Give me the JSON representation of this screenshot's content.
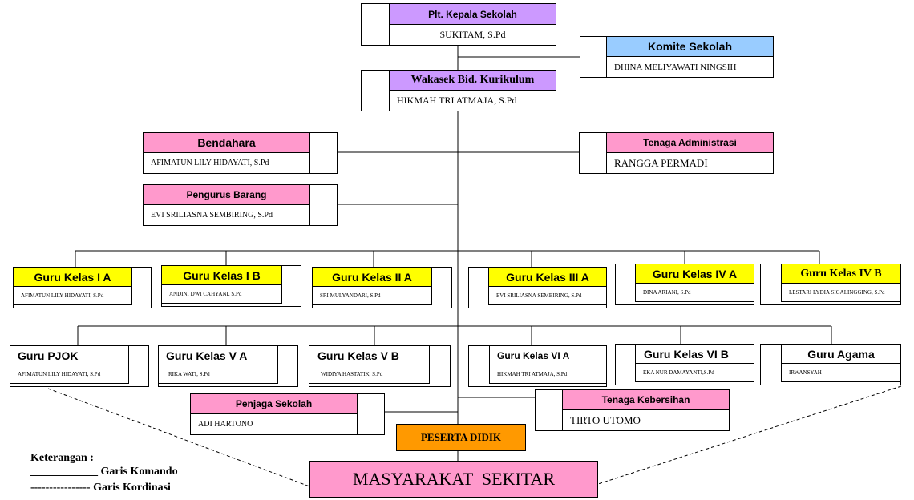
{
  "colors": {
    "purple": "#cc99ff",
    "blue": "#99ccff",
    "pink": "#ff99cc",
    "yellow": "#ffff00",
    "orange": "#ff9900"
  },
  "kepala": {
    "title": "Plt. Kepala Sekolah",
    "name": "SUKITAM, S.Pd"
  },
  "komite": {
    "title": "Komite Sekolah",
    "name": "DHINA MELIYAWATI NINGSIH"
  },
  "wakasek": {
    "title": "Wakasek Bid. Kurikulum",
    "name": "HIKMAH TRI ATMAJA, S.Pd"
  },
  "bendahara": {
    "title": "Bendahara",
    "name": "AFIMATUN LILY HIDAYATI, S.Pd"
  },
  "tata_usaha": {
    "title": "Tenaga Administrasi",
    "name": "RANGGA PERMADI"
  },
  "pengurus_barang": {
    "title": "Pengurus Barang",
    "name": "EVI SRILIASNA SEMBIRING, S.Pd"
  },
  "guru_row1": [
    {
      "title": "Guru Kelas I A",
      "name": "AFIMATUN LILY HIDAYATI, S.Pd"
    },
    {
      "title": "Guru Kelas I B",
      "name": "ANDINI DWI CAHYANI, S.Pd"
    },
    {
      "title": "Guru Kelas II A",
      "name": "SRI MULYANDARI, S.Pd"
    },
    {
      "title": "Guru Kelas III A",
      "name": "EVI SRILIASNA SEMBIRING, S.Pd"
    },
    {
      "title": "Guru Kelas IV A",
      "name": "DINA ARIANI, S.Pd"
    },
    {
      "title": "Guru Kelas IV B",
      "name": "LESTARI LYDIA SIGALINGGING, S.Pd"
    }
  ],
  "guru_row2": [
    {
      "title": "Guru PJOK",
      "name": "AFIMATUN LILY HIDAYATI, S.Pd"
    },
    {
      "title": "Guru Kelas V A",
      "name": "RIKA WATI, S.Pd"
    },
    {
      "title": "Guru Kelas V B",
      "name": "WIDIYA HASTATIK, S.Pd"
    },
    {
      "title": "Guru Kelas VI A",
      "name": "HIKMAH TRI ATMAJA, S.Pd"
    },
    {
      "title": "Guru Kelas VI B",
      "name": "EKA NUR DAMAYANTI,S.Pd"
    },
    {
      "title": "Guru Agama",
      "name": "IRWANSYAH"
    }
  ],
  "penjaga": {
    "title": "Penjaga Sekolah",
    "name": "ADI HARTONO"
  },
  "kebersihan": {
    "title": "Tenaga Kebersihan",
    "name": "TIRTO UTOMO"
  },
  "peserta_didik": "PESERTA DIDIK",
  "masyarakat": "MASYARAKAT  SEKITAR",
  "legend": {
    "title": "Keterangan :",
    "komando": "____________ Garis Komando",
    "koordinasi": "---------------- Garis Kordinasi"
  }
}
